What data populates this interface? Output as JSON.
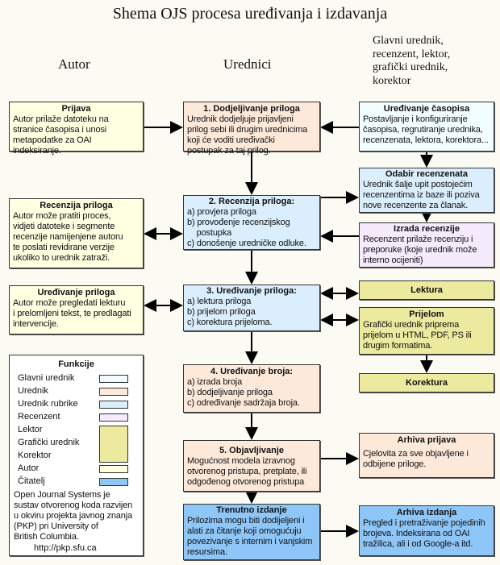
{
  "title": "Shema OJS procesa uređivanja i izdavanja",
  "columns": {
    "author": "Autor",
    "editors": "Urednici",
    "others": "Glavni urednik,\nrecenzent, lektor,\ngrafički urednik,\nkorektor"
  },
  "boxes": {
    "prijava": {
      "title": "Prijava",
      "body": "Autor prilaže datoteku na\nstranice časopisa i unosi\nmetapodatke za OAI\nindeksiranje."
    },
    "dodjeljivanje": {
      "title": "1. Dodjeljivanje priloga",
      "body": "Urednik dodjeljuje prijavljeni\nprilog sebi ili drugim urednicima\nkoji će voditi uređivački\npostupak za taj prilog."
    },
    "casopis": {
      "title": "Uređivanje časopisa",
      "body": "Postavljanje i konfiguriranje\nčasopisa, regrutiranje urednika,\nrecenzenata, lektora, korektora..."
    },
    "odabir": {
      "title": "Odabir recenzenata",
      "body": "Urednik šalje upit postojećim\nrecenzentima iz baze ili poziva\nnove recenzente za članak."
    },
    "autor_recenzija": {
      "title": "Recenzija priloga",
      "body": "Autor može pratiti proces,\nvidjeti datoteke i segmente\nrecenzije namijenjene autoru\nte poslati revidirane verzije\nukoliko to urednik zatraži."
    },
    "recenzija": {
      "title": "2. Recenzija priloga:",
      "body": "a) provjera priloga\nb) provođenje recenzijskog\n    postupka\nc) donošenje uredničke odluke."
    },
    "izrada": {
      "title": "Izrada recenzije",
      "body": "Recenzent prilaže recenziju i\npreporuke (koje urednik može\ninterno ocijeniti)"
    },
    "autor_uredjivanje": {
      "title": "Uređivanje priloga",
      "body": "Autor može pregledati lekturu\ni prelomljeni tekst, te predlagati\nintervencije."
    },
    "uredjivanje": {
      "title": "3. Uređivanje priloga:",
      "body": "a) lektura priloga\nb) prijelom priloga\nc) korektura prijeloma."
    },
    "lektura": {
      "title": "Lektura"
    },
    "prijelom": {
      "title": "Prijelom",
      "body": "Grafički urednik priprema\nprijelom u HTML, PDF, PS ili\ndrugim formatima."
    },
    "korektura": {
      "title": "Korektura"
    },
    "broj": {
      "title": "4. Uređivanje broja:",
      "body": "a) izrada broja\nb) dodjeljivanje priloga\nc) određivanje sadržaja broja."
    },
    "objavljivanje": {
      "title": "5. Objavljivanje",
      "body": "Mogućnost modela izravnog\notvorenog pristupa, pretplate, ili\nodgođenog otvorenog pristupa"
    },
    "arhiva_prijava": {
      "title": "Arhiva prijava",
      "body": "Cjelovita za sve objavljene i\nodbijene priloge."
    },
    "trenutno": {
      "title": "Trenutno izdanje",
      "body": "Prilozima mogu biti dodijeljeni i\nalati za čitanje koji omogućuju\npovezivanje s internim i vanjskim\nresursima."
    },
    "arhiva_izdanja": {
      "title": "Arhiva izdanja",
      "body": "Pregled i pretraživanje pojedinih\nbrojeva. Indeksirana od OAI\ntražilica, ali i od Google-a itd."
    }
  },
  "legend": {
    "title": "Funkcije",
    "items": [
      "Glavni urednik",
      "Urednik",
      "Urednik rubrike",
      "Recenzent",
      "Lektor",
      "Grafički urednik",
      "Korektor",
      "Autor",
      "Čitatelj"
    ],
    "colors": {
      "glavni": "#f2fdff",
      "urednik": "#fde9da",
      "rubrika": "#dbeefd",
      "recenzent": "#f5ebfc",
      "lektor": "#ecea9e",
      "autor": "#ffffe2",
      "citatelj": "#8ec6f8"
    },
    "note": "Open Journal Systems je\nsustav otvorenog koda razvijen\nu okviru projekta javnog znanja\n(PKP) pri University of\nBritish Columbia.",
    "url": "http://pkp.sfu.ca"
  }
}
